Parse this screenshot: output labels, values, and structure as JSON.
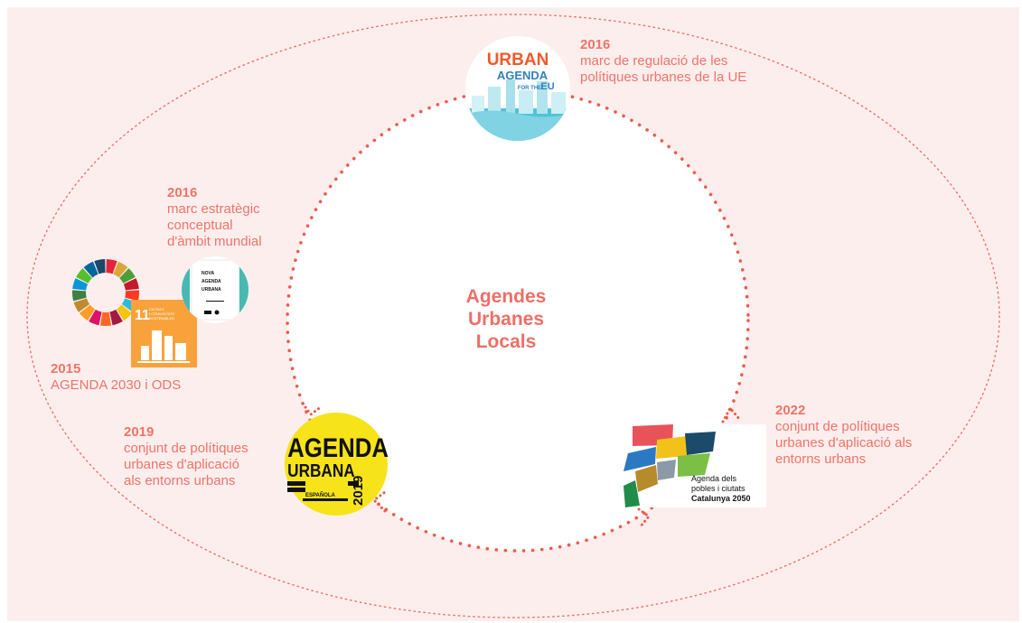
{
  "center_title": "Agendes\nUrbanes\nLocals",
  "nodes": {
    "urban_agenda_eu": {
      "year": "2016",
      "text": "marc de regulació de les\npolítiques urbanes de la UE",
      "logo_text": {
        "line1": "URBAN",
        "line2": "AGENDA",
        "line3": "FOR THE",
        "line4": "EU"
      }
    },
    "nova_agenda": {
      "year": "2016",
      "text": "marc estratègic\nconceptual\nd'àmbit mundial",
      "logo_text": {
        "line1": "NOVA",
        "line2": "AGENDA",
        "line3": "URBANA"
      }
    },
    "agenda_2030": {
      "year": "2015",
      "text": "AGENDA 2030 i ODS",
      "logo_text": {
        "number": "11",
        "line1": "CIUTATS",
        "line2": "I COMUNITATS",
        "line3": "SOSTENIBLES"
      }
    },
    "agenda_espanola": {
      "year": "2019",
      "text": "conjunt de polítiques\nurbanes d'aplicació\nals entorns urbans",
      "logo_text": {
        "line1": "AGENDA",
        "line2": "URBANA",
        "line3": "ESPAÑOLA",
        "line4": "2019"
      }
    },
    "agenda_catalunya": {
      "year": "2022",
      "text": "conjunt de polítiques\nurbanes d'aplicació als\nentorns urbans",
      "logo_text": {
        "line1": "Agenda dels",
        "line2": "pobles i ciutats",
        "line3": "Catalunya 2050"
      }
    }
  },
  "colors": {
    "background": "#fdeeee",
    "accent": "#ef7466",
    "dots": "#ee5b4f",
    "agenda_espanola_yellow": "#f6e31a"
  },
  "sdg_wheel_colors": [
    "#e5243b",
    "#dda63a",
    "#4c9f38",
    "#c5192d",
    "#ff3a21",
    "#26bde2",
    "#fcc30b",
    "#a21942",
    "#fd6925",
    "#dd1367",
    "#fd9d24",
    "#bf8b2e",
    "#3f7e44",
    "#0a97d9",
    "#56c02b",
    "#00689d",
    "#19486a"
  ],
  "catalunya_colors": [
    "#e8535a",
    "#f3c21a",
    "#1b4a6b",
    "#2b79c2",
    "#8a9aa6",
    "#7bbf44",
    "#b78a2a",
    "#1f8c4a"
  ]
}
